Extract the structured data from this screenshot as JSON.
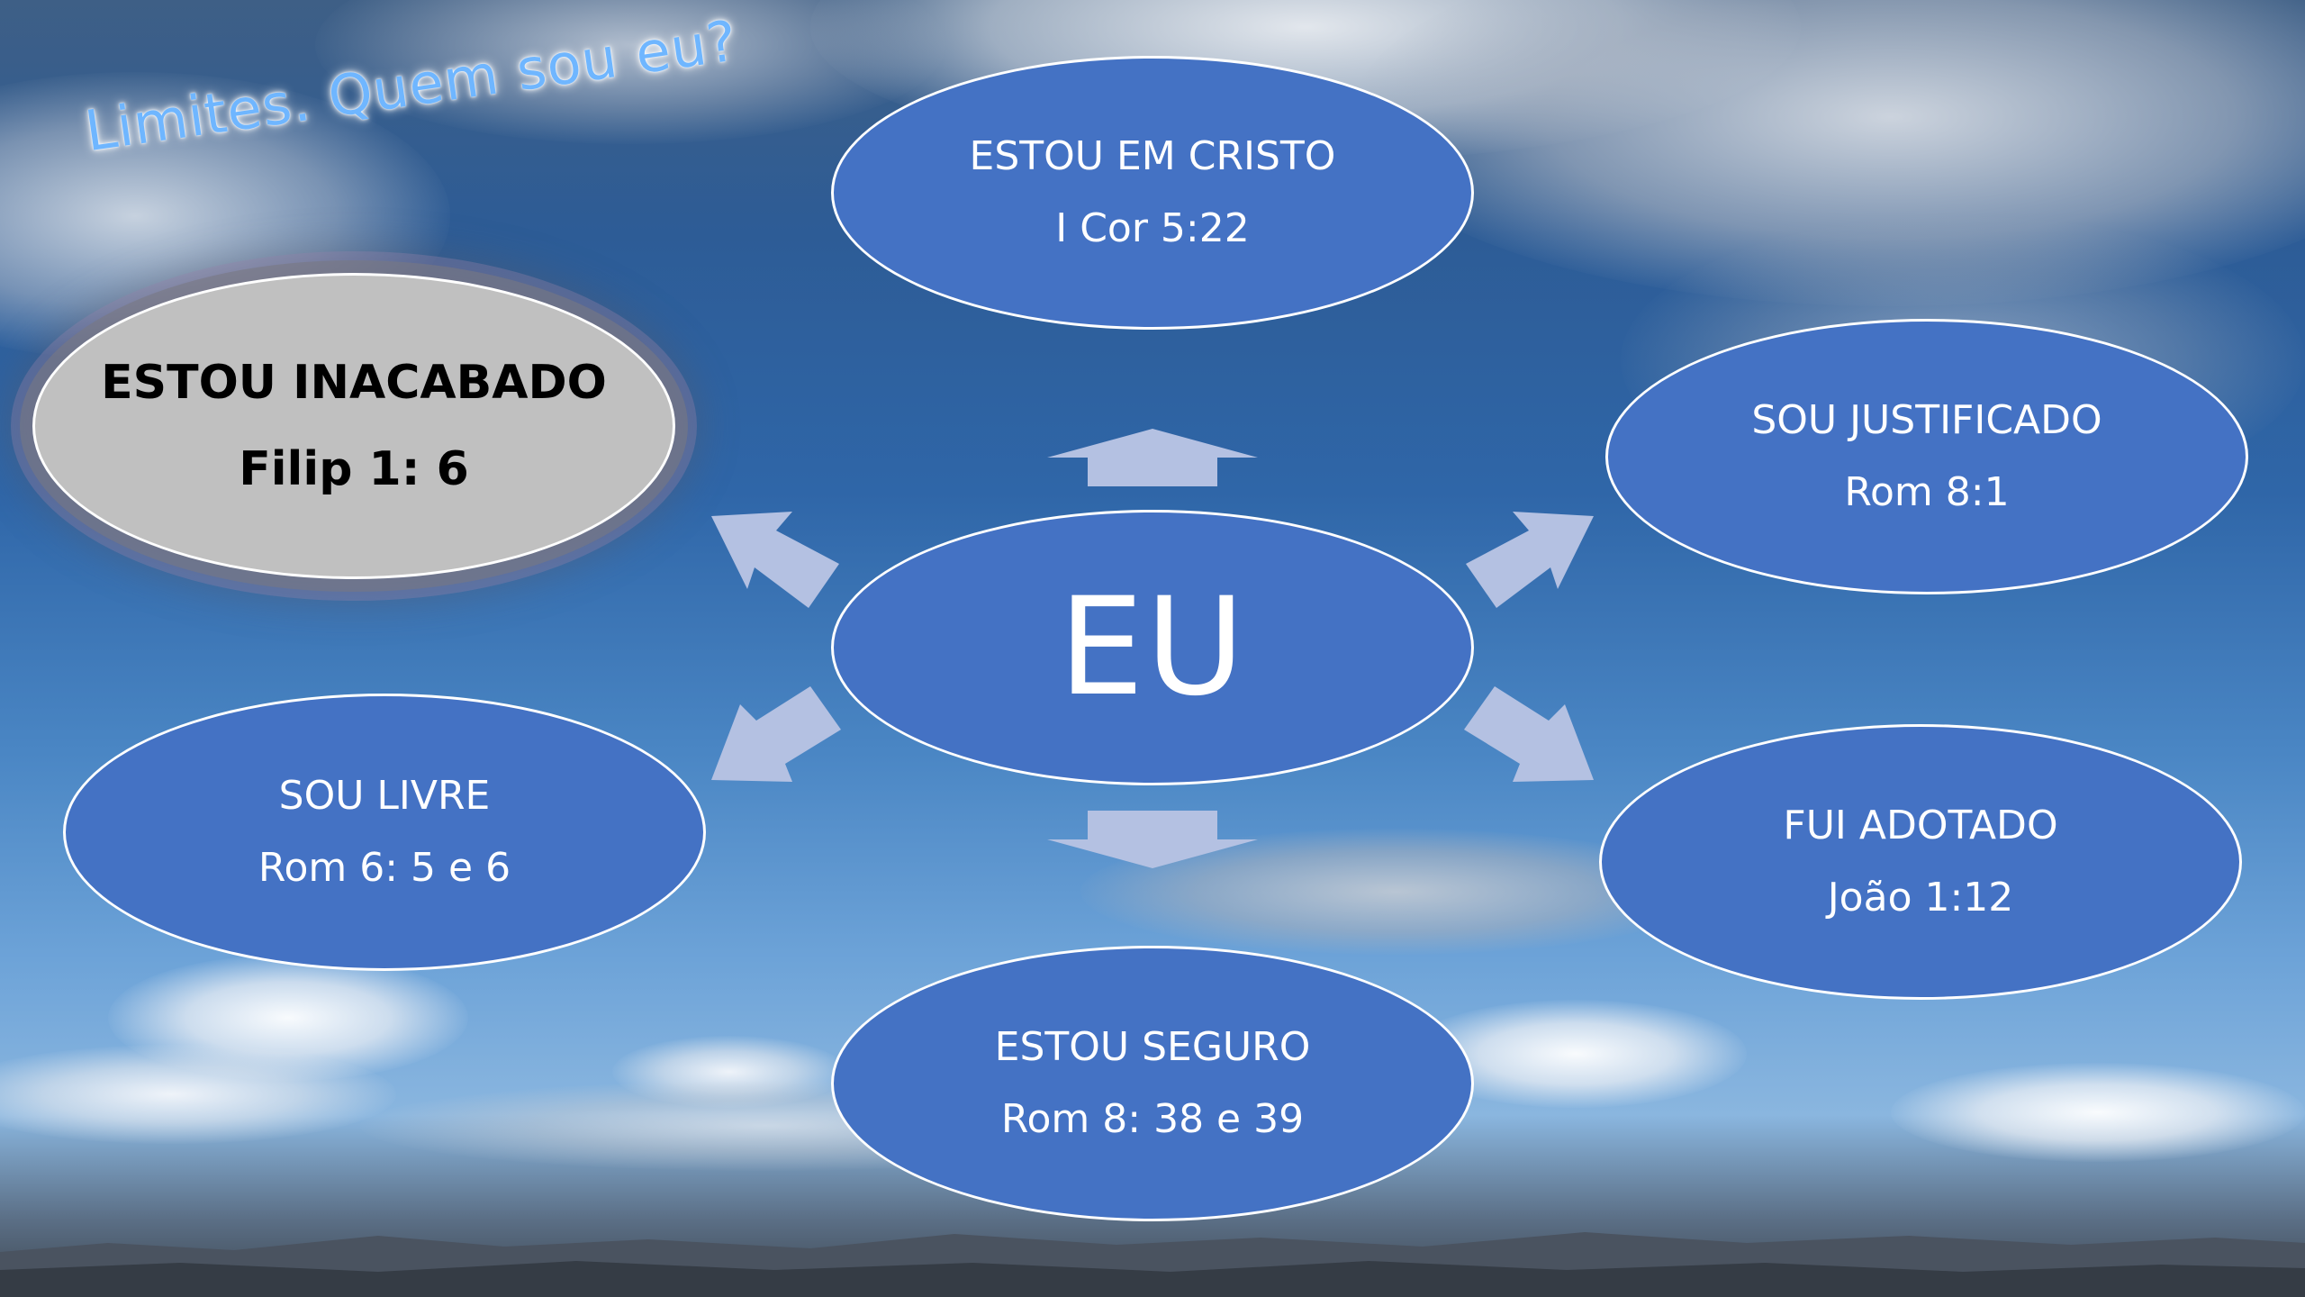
{
  "slide": {
    "title": "Limites. Quem sou eu?",
    "center": {
      "label": "EU"
    },
    "nodes": [
      {
        "id": "top",
        "line1": "ESTOU EM CRISTO",
        "line2": "I Cor 5:22"
      },
      {
        "id": "top-right",
        "line1": "SOU JUSTIFICADO",
        "line2": "Rom 8:1"
      },
      {
        "id": "bottom-right",
        "line1": "FUI ADOTADO",
        "line2": "João 1:12"
      },
      {
        "id": "bottom",
        "line1": "ESTOU SEGURO",
        "line2": "Rom 8: 38 e 39"
      },
      {
        "id": "left",
        "line1": "SOU LIVRE",
        "line2": "Rom 6: 5 e 6"
      },
      {
        "id": "top-left-highlight",
        "line1": "ESTOU INACABADO",
        "line2": "Filip 1: 6"
      }
    ]
  },
  "colors": {
    "node_fill": "#4472c4",
    "node_border": "#ffffff",
    "highlight_fill": "#c0c0c0",
    "arrow_fill": "#b4c1e2",
    "title_color": "#6fb6ff"
  }
}
